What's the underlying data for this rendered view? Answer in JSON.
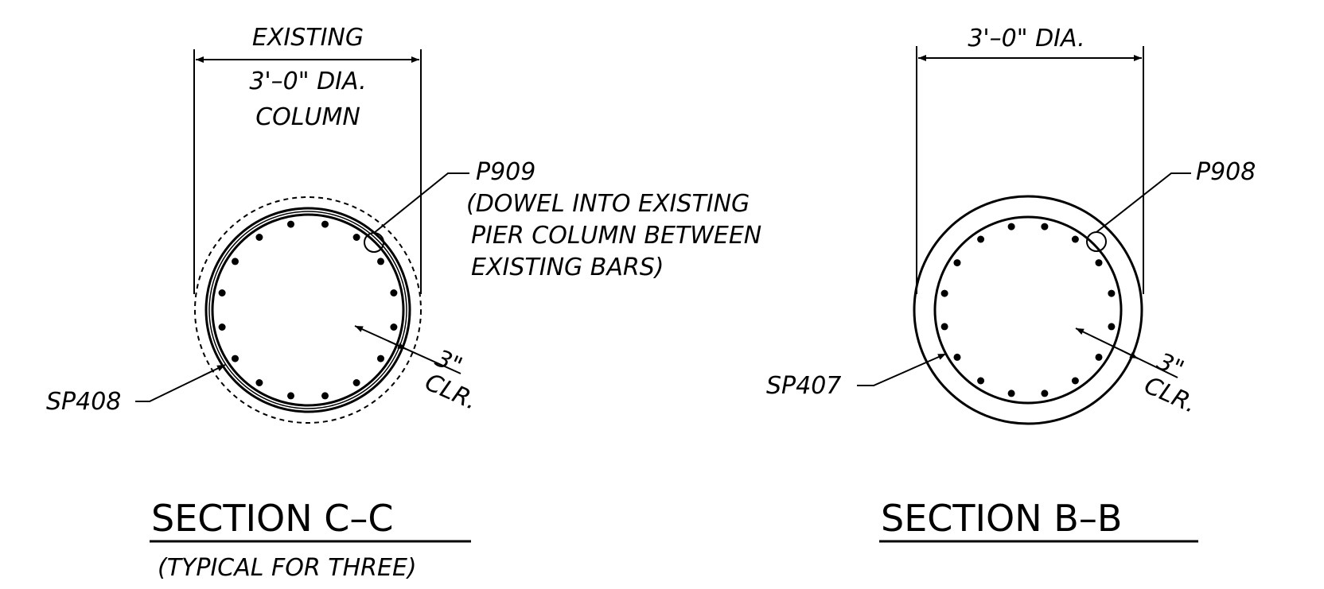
{
  "section_cc": {
    "dim_line1": "EXISTING",
    "dim_line2": "3'–0\" DIA.",
    "dim_line3": "COLUMN",
    "bar_mark": "P909",
    "note_line1": "(DOWEL INTO EXISTING",
    "note_line2": "PIER COLUMN BETWEEN",
    "note_line3": "EXISTING BARS)",
    "spiral_mark": "SP408",
    "clear_value": "3\"",
    "clear_label": "CLR.",
    "title": "SECTION C–C",
    "subtitle": "(TYPICAL FOR THREE)",
    "bar_count": 16
  },
  "section_bb": {
    "dim_label": "3'–0\" DIA.",
    "bar_mark": "P908",
    "spiral_mark": "SP407",
    "clear_value": "3\"",
    "clear_label": "CLR.",
    "title": "SECTION B–B",
    "bar_count": 16
  }
}
